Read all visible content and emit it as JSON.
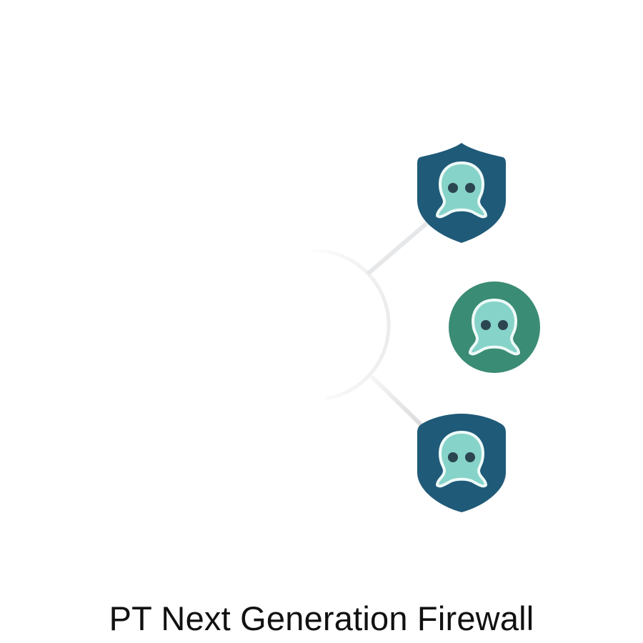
{
  "caption": "PT Next Generation Firewall",
  "icons": [
    {
      "kind": "shield",
      "name": "ghost-shield-top-icon"
    },
    {
      "kind": "circle",
      "name": "ghost-circle-middle-icon"
    },
    {
      "kind": "shield",
      "name": "ghost-shield-bottom-icon"
    }
  ],
  "colors": {
    "shield": "#1f5a78",
    "circle": "#3b8c74",
    "ghost": "#86d3c9",
    "ghost_outline": "#eefaf8",
    "eyes": "#2b4551",
    "connector": "#e6e7e9"
  }
}
